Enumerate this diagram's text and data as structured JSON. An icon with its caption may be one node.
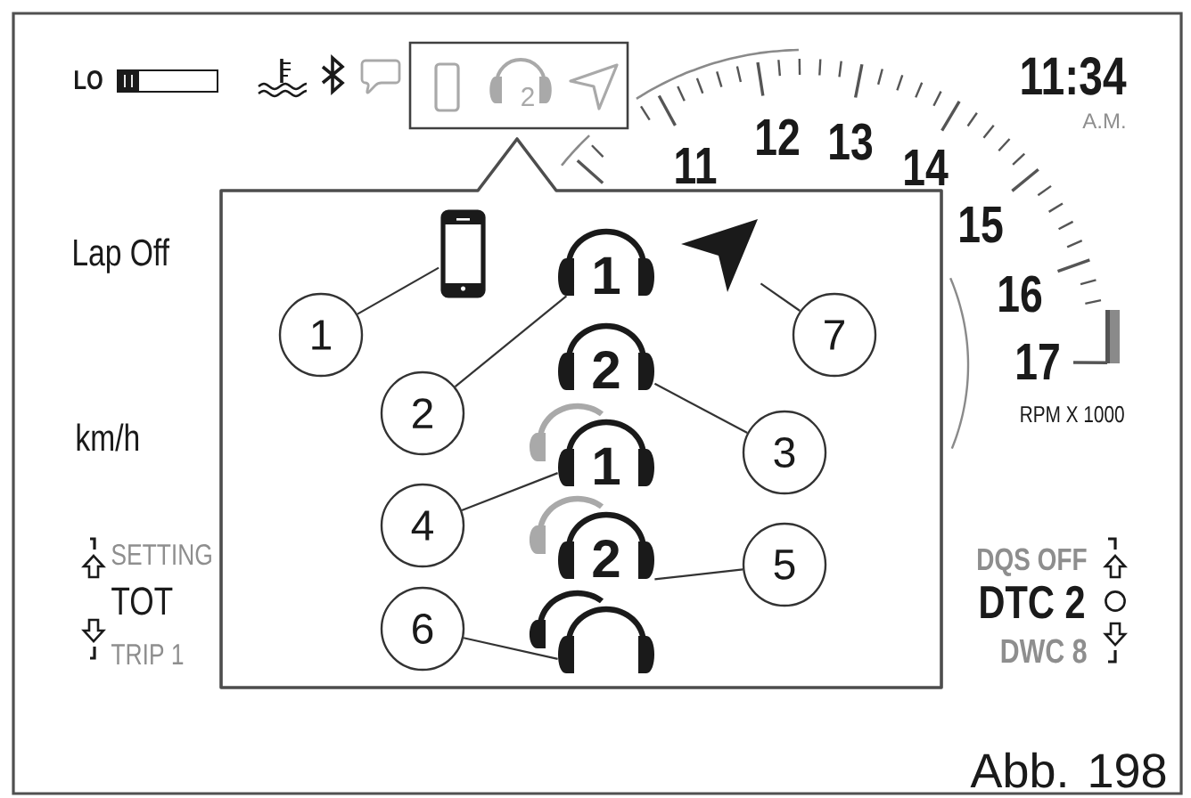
{
  "diagram": {
    "caption": "Abb. 198",
    "nodes": [
      {
        "text": [],
        "shape": "box"
      },
      {
        "text": [],
        "shape": "box"
      },
      {
        "text": [],
        "shape": "picture",
        "in": 1
      },
      {
        "text": [
          "1"
        ],
        "in": 1
      },
      {
        "text": [],
        "shape": "picture",
        "in": 1
      },
      {
        "text": [
          "1"
        ],
        "in": 1
      },
      {
        "text": [
          "7"
        ],
        "in": 1
      },
      {
        "text": [
          "2"
        ],
        "in": 1
      },
      {
        "text": [
          "2"
        ],
        "in": 1
      },
      {
        "text": [
          "3"
        ],
        "in": 1
      },
      {
        "text": [
          "1"
        ],
        "in": 1
      },
      {
        "text": [
          "4"
        ],
        "in": 1
      },
      {
        "text": [
          "2"
        ],
        "in": 1
      },
      {
        "text": [
          "5"
        ],
        "in": 1
      },
      {
        "text": [
          "6"
        ],
        "in": 1
      },
      {
        "text": [],
        "shape": "picture",
        "in": 1
      }
    ],
    "edges": [
      {
        "from": 5,
        "to": 2,
        "arrow": "none"
      },
      {
        "from": 8,
        "to": 3,
        "arrow": "none"
      },
      {
        "from": 9,
        "to": 7,
        "arrow": "none"
      },
      {
        "from": 11,
        "to": 10,
        "arrow": "none"
      },
      {
        "from": 13,
        "to": 12,
        "arrow": "none"
      },
      {
        "from": 14,
        "to": 15,
        "arrow": "none"
      },
      {
        "from": 6,
        "to": 4,
        "arrow": "none"
      }
    ],
    "labels": [
      "LO",
      "2",
      "11:34",
      "A.M.",
      "11",
      "12",
      "13",
      "14",
      "Lap Off",
      "15",
      "16",
      "17",
      "RPM X 1000",
      "km/h",
      "SETTING",
      "DQS OFF",
      "TOT",
      "DTC 2",
      "TRIP 1",
      "DWC 8"
    ]
  }
}
